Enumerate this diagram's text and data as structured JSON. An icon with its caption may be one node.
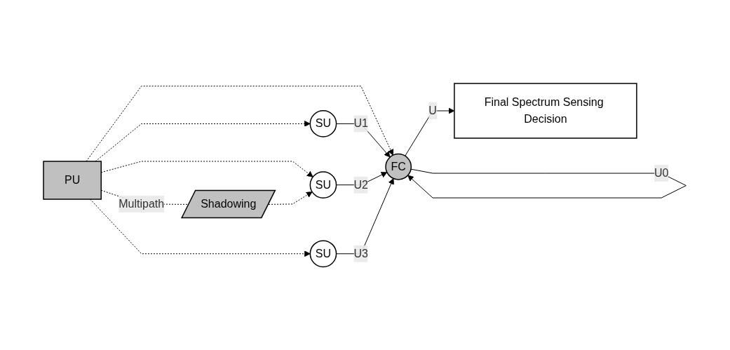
{
  "diagram": {
    "nodes": [
      {
        "text": [
          "PU"
        ]
      },
      {
        "text": [
          "SU"
        ]
      },
      {
        "text": [
          "SU"
        ]
      },
      {
        "text": [
          "SU"
        ]
      },
      {
        "text": [
          "FC"
        ]
      },
      {
        "text": [
          "Final Spectrum Sensing Decision"
        ]
      },
      {
        "text": [
          "Shadowing"
        ]
      }
    ],
    "edges": [
      {
        "from": 0,
        "to": 1,
        "arrow": "to",
        "style": "dashed"
      },
      {
        "from": 0,
        "to": 4,
        "arrow": "to",
        "style": "dashed"
      },
      {
        "from": 0,
        "to": 2,
        "arrow": "to",
        "style": "dashed"
      },
      {
        "from": 0,
        "to": 6,
        "arrow": "none",
        "style": "dashed",
        "label": "Multipath"
      },
      {
        "from": 6,
        "to": 2,
        "arrow": "to",
        "style": "dashed"
      },
      {
        "from": 0,
        "to": 3,
        "arrow": "to",
        "style": "dashed"
      },
      {
        "from": 1,
        "to": 4,
        "arrow": "to",
        "label": "U1"
      },
      {
        "from": 2,
        "to": 4,
        "arrow": "to",
        "label": "U2"
      },
      {
        "from": 3,
        "to": 4,
        "arrow": "to",
        "label": "U3"
      },
      {
        "from": 4,
        "to": 4,
        "arrow": "to",
        "label": "U0"
      },
      {
        "from": 4,
        "to": 5,
        "arrow": "to",
        "label": "U"
      }
    ]
  }
}
